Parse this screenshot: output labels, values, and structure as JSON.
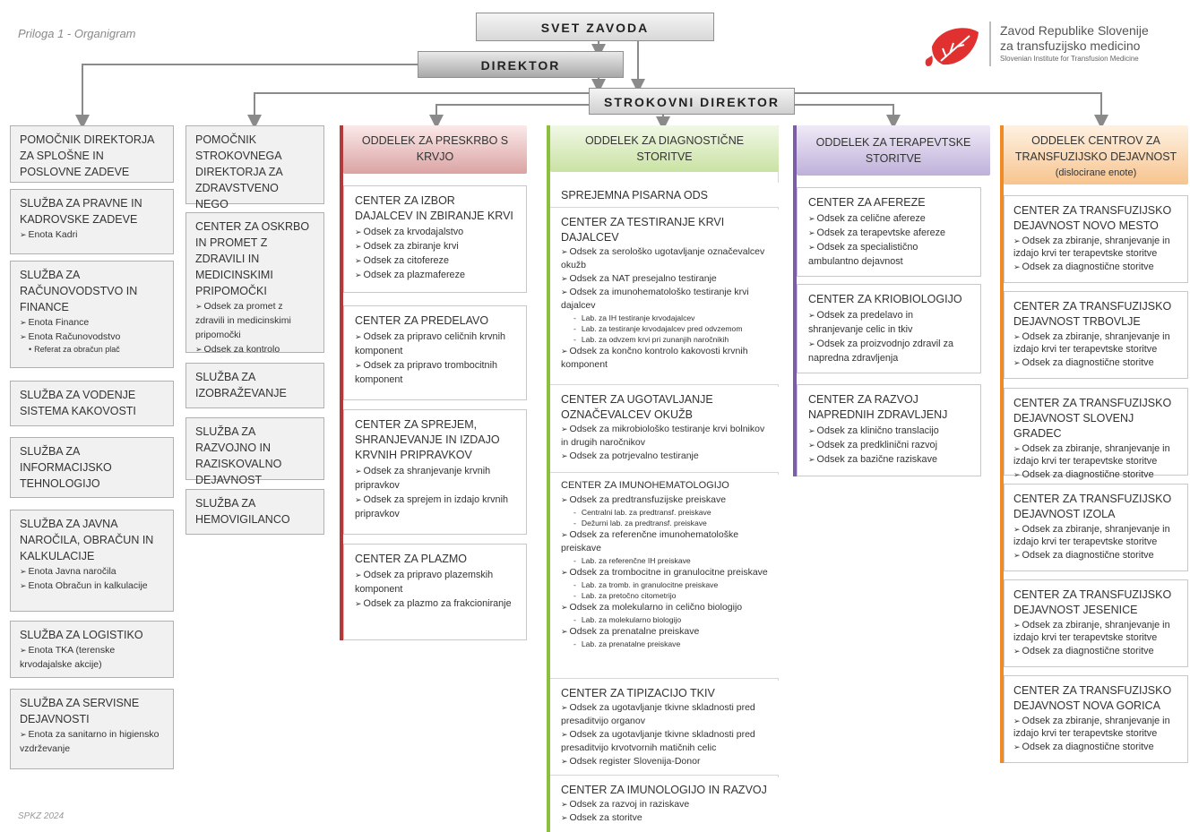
{
  "header": {
    "annex_label": "Priloga 1 - Organigram",
    "footer_label": "SPKZ 2024"
  },
  "logo": {
    "line1": "Zavod Republike Slovenije",
    "line2": "za transfuzijsko medicino",
    "line3": "Slovenian Institute for Transfusion Medicine",
    "color": "#e03030"
  },
  "top": {
    "council": "SVET ZAVODA",
    "director": "DIREKTOR",
    "prof_director": "STROKOVNI DIREKTOR"
  },
  "colors": {
    "red": "#b33a3a",
    "green": "#8cbf3f",
    "purple": "#7b5ea7",
    "orange": "#f08a24"
  },
  "left_col": [
    {
      "title": "POMOČNIK DIREKTORJA ZA SPLOŠNE IN POSLOVNE ZADEVE",
      "items": []
    },
    {
      "title": "SLUŽBA ZA PRAVNE IN KADROVSKE ZADEVE",
      "items": [
        "Enota Kadri"
      ]
    },
    {
      "title": "SLUŽBA ZA RAČUNOVODSTVO IN FINANCE",
      "items": [
        "Enota Finance",
        "Enota Računovodstvo"
      ],
      "subitems": [
        "Referat za obračun plač"
      ]
    },
    {
      "title": "SLUŽBA ZA VODENJE SISTEMA KAKOVOSTI",
      "items": []
    },
    {
      "title": "SLUŽBA ZA INFORMACIJSKO TEHNOLOGIJO",
      "items": []
    },
    {
      "title": "SLUŽBA ZA JAVNA NAROČILA, OBRAČUN IN KALKULACIJE",
      "items": [
        "Enota Javna naročila",
        "Enota Obračun in kalkulacije"
      ]
    },
    {
      "title": "SLUŽBA ZA LOGISTIKO",
      "items": [
        "Enota TKA (terenske krvodajalske akcije)"
      ]
    },
    {
      "title": "SLUŽBA ZA SERVISNE DEJAVNOSTI",
      "items": [
        "Enota za sanitarno in higiensko vzdrževanje"
      ]
    }
  ],
  "second_col": [
    {
      "title": "POMOČNIK STROKOVNEGA DIREKTORJA ZA ZDRAVSTVENO NEGO",
      "items": []
    },
    {
      "title": "CENTER ZA OSKRBO IN PROMET Z ZDRAVILI IN MEDICINSKIMI PRIPOMOČKI",
      "items": [
        "Odsek za promet z zdravili in medicinskimi pripomočki",
        "Odsek za kontrolo"
      ]
    },
    {
      "title": "SLUŽBA ZA IZOBRAŽEVANJE",
      "items": []
    },
    {
      "title": "SLUŽBA ZA RAZVOJNO IN RAZISKOVALNO DEJAVNOST",
      "items": []
    },
    {
      "title": "SLUŽBA ZA HEMOVIGILANCO",
      "items": []
    }
  ],
  "dept_supply": {
    "title": "ODDELEK ZA PRESKRBO S KRVJO",
    "centers": [
      {
        "title": "CENTER ZA IZBOR DAJALCEV IN ZBIRANJE KRVI",
        "items": [
          "Odsek za krvodajalstvo",
          "Odsek za zbiranje krvi",
          "Odsek za citofereze",
          "Odsek za plazmafereze"
        ]
      },
      {
        "title": "CENTER ZA PREDELAVO",
        "items": [
          "Odsek za pripravo celičnih krvnih komponent",
          "Odsek za pripravo trombocitnih komponent"
        ]
      },
      {
        "title": "CENTER ZA SPREJEM, SHRANJEVANJE IN IZDAJO KRVNIH PRIPRAVKOV",
        "items": [
          "Odsek za shranjevanje krvnih pripravkov",
          "Odsek za sprejem in izdajo krvnih pripravkov"
        ]
      },
      {
        "title": "CENTER ZA PLAZMO",
        "items": [
          "Odsek za pripravo plazemskih komponent",
          "Odsek za plazmo za frakcioniranje"
        ]
      }
    ]
  },
  "dept_diag": {
    "title": "ODDELEK ZA DIAGNOSTIČNE STORITVE",
    "sections": [
      {
        "title": "SPREJEMNA PISARNA ODS",
        "items": []
      },
      {
        "title": "CENTER ZA TESTIRANJE KRVI DAJALCEV",
        "items": [
          {
            "text": "Odsek za serološko ugotavljanje označevalcev okužb",
            "labs": []
          },
          {
            "text": "Odsek za NAT presejalno testiranje",
            "labs": []
          },
          {
            "text": "Odsek za imunohematološko testiranje krvi dajalcev",
            "labs": [
              "Lab. za IH testiranje krvodajalcev",
              "Lab. za testiranje krvodajalcev pred odvzemom",
              "Lab. za odvzem krvi pri zunanjih naročnikih"
            ]
          },
          {
            "text": "Odsek za končno kontrolo kakovosti krvnih komponent",
            "labs": []
          }
        ]
      },
      {
        "title": "CENTER ZA UGOTAVLJANJE OZNAČEVALCEV OKUŽB",
        "items": [
          {
            "text": "Odsek za mikrobiološko testiranje krvi bolnikov in drugih naročnikov",
            "labs": []
          },
          {
            "text": "Odsek za potrjevalno testiranje",
            "labs": []
          }
        ]
      },
      {
        "title": "CENTER ZA IMUNOHEMATOLOGIJO",
        "items": [
          {
            "text": "Odsek za predtransfuzijske preiskave",
            "labs": [
              "Centralni lab. za predtransf. preiskave",
              "Dežurni lab. za predtransf. preiskave"
            ]
          },
          {
            "text": "Odsek za referenčne imunohematološke preiskave",
            "labs": [
              "Lab. za referenčne IH preiskave"
            ]
          },
          {
            "text": "Odsek za trombocitne in granulocitne preiskave",
            "labs": [
              "Lab. za tromb. in granulocitne preiskave",
              "Lab. za pretočno citometrijo"
            ]
          },
          {
            "text": "Odsek za molekularno in celično biologijo",
            "labs": [
              "Lab. za molekularno biologijo"
            ]
          },
          {
            "text": "Odsek za prenatalne preiskave",
            "labs": [
              "Lab. za prenatalne preiskave"
            ]
          }
        ]
      },
      {
        "title": "CENTER ZA TIPIZACIJO TKIV",
        "items": [
          {
            "text": "Odsek za ugotavljanje tkivne skladnosti pred presaditvijo organov",
            "labs": []
          },
          {
            "text": "Odsek za ugotavljanje tkivne skladnosti pred presaditvijo krvotvornih matičnih celic",
            "labs": []
          },
          {
            "text": "Odsek register Slovenija-Donor",
            "labs": []
          }
        ]
      },
      {
        "title": "CENTER ZA IMUNOLOGIJO IN RAZVOJ",
        "items": [
          {
            "text": "Odsek za razvoj in raziskave",
            "labs": []
          },
          {
            "text": "Odsek za storitve",
            "labs": []
          }
        ]
      }
    ]
  },
  "dept_therapy": {
    "title": "ODDELEK ZA TERAPEVTSKE STORITVE",
    "centers": [
      {
        "title": "CENTER ZA AFEREZE",
        "items": [
          "Odsek za celične afereze",
          "Odsek za terapevtske afereze",
          "Odsek za specialistično ambulantno dejavnost"
        ]
      },
      {
        "title": "CENTER ZA KRIOBIOLOGIJO",
        "items": [
          "Odsek za predelavo in shranjevanje celic in tkiv",
          "Odsek za proizvodnjo zdravil za napredna zdravljenja"
        ]
      },
      {
        "title": "CENTER ZA RAZVOJ NAPREDNIH ZDRAVLJENJ",
        "items": [
          "Odsek za klinično translacijo",
          "Odsek za predklinični razvoj",
          "Odsek za bazične raziskave"
        ]
      }
    ]
  },
  "dept_centers": {
    "title": "ODDELEK CENTROV ZA TRANSFUZIJSKO DEJAVNOST",
    "subtitle": "(dislocirane enote)",
    "centers": [
      {
        "title": "CENTER ZA TRANSFUZIJSKO DEJAVNOST NOVO MESTO",
        "items": [
          "Odsek za zbiranje, shranjevanje in izdajo krvi ter terapevtske storitve",
          "Odsek za diagnostične storitve"
        ]
      },
      {
        "title": "CENTER ZA TRANSFUZIJSKO DEJAVNOST TRBOVLJE",
        "items": [
          "Odsek za zbiranje, shranjevanje in izdajo krvi ter terapevtske storitve",
          "Odsek za diagnostične storitve"
        ]
      },
      {
        "title": "CENTER ZA TRANSFUZIJSKO DEJAVNOST SLOVENJ GRADEC",
        "items": [
          "Odsek za zbiranje, shranjevanje in izdajo krvi ter terapevtske storitve",
          "Odsek za diagnostične storitve"
        ]
      },
      {
        "title": "CENTER ZA TRANSFUZIJSKO DEJAVNOST IZOLA",
        "items": [
          "Odsek za zbiranje, shranjevanje in izdajo krvi ter terapevtske storitve",
          "Odsek za diagnostične storitve"
        ]
      },
      {
        "title": "CENTER ZA TRANSFUZIJSKO DEJAVNOST JESENICE",
        "items": [
          "Odsek za zbiranje, shranjevanje in izdajo krvi ter terapevtske storitve",
          "Odsek za diagnostične storitve"
        ]
      },
      {
        "title": "CENTER ZA TRANSFUZIJSKO DEJAVNOST NOVA GORICA",
        "items": [
          "Odsek za zbiranje, shranjevanje in izdajo krvi ter terapevtske storitve",
          "Odsek za diagnostične storitve"
        ]
      }
    ]
  }
}
